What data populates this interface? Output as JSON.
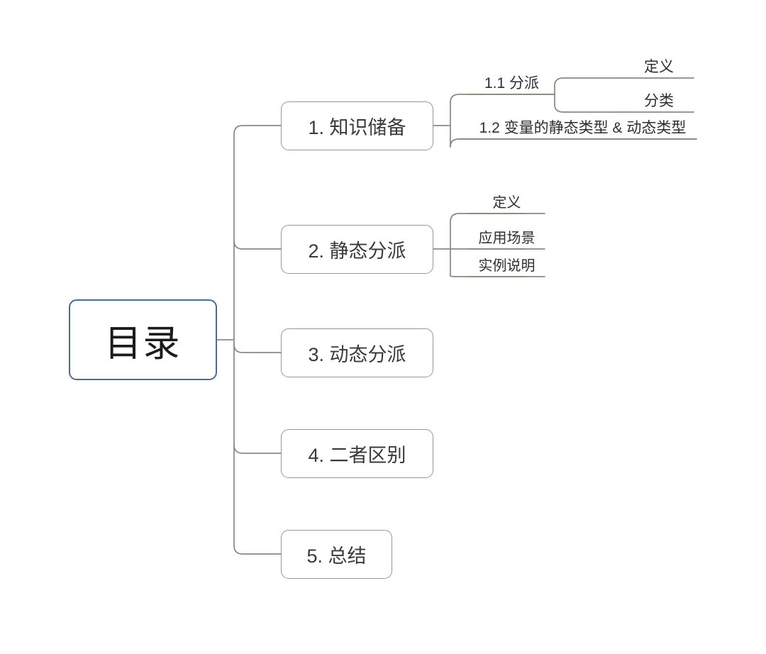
{
  "diagram": {
    "type": "mind-map",
    "title": "目录",
    "root": {
      "label": "目录"
    },
    "branches": [
      {
        "id": "b1",
        "label": "1. 知识储备",
        "children": [
          {
            "id": "b1c1",
            "label": "1.1 分派",
            "children": [
              {
                "id": "b1c1l1",
                "label": "定义"
              },
              {
                "id": "b1c1l2",
                "label": "分类"
              }
            ]
          },
          {
            "id": "b1c2",
            "label": "1.2 变量的静态类型 & 动态类型",
            "children": []
          }
        ]
      },
      {
        "id": "b2",
        "label": "2. 静态分派",
        "children": [
          {
            "id": "b2c1",
            "label": "定义",
            "children": []
          },
          {
            "id": "b2c2",
            "label": "应用场景",
            "children": []
          },
          {
            "id": "b2c3",
            "label": "实例说明",
            "children": []
          }
        ]
      },
      {
        "id": "b3",
        "label": "3. 动态分派",
        "children": []
      },
      {
        "id": "b4",
        "label": "4. 二者区别",
        "children": []
      },
      {
        "id": "b5",
        "label": "5. 总结",
        "children": []
      }
    ]
  },
  "colors": {
    "background": "#ffffff",
    "root_border": "#4a6a9a",
    "branch_border": "#9c9790",
    "connector": "#8d8880",
    "leaf_underline": "#9c9790",
    "text": "#3a3a3a",
    "root_text": "#1b1b1b"
  }
}
